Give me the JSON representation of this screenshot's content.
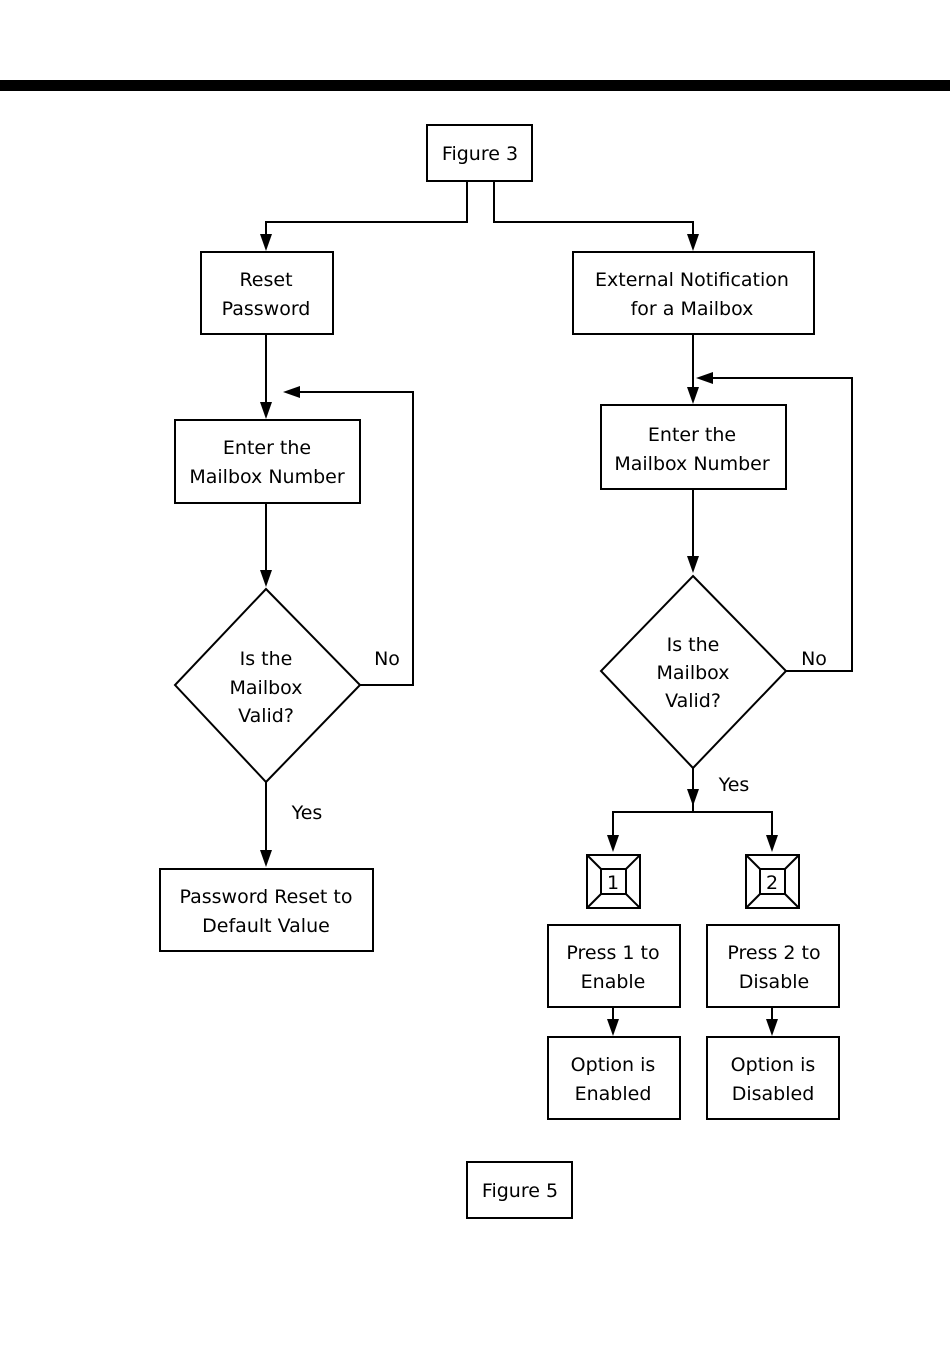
{
  "header": {
    "rule_color": "#000000"
  },
  "top_figure_label": "Figure 3",
  "bottom_figure_label": "Figure 5",
  "left_branch": {
    "start": [
      "Reset",
      "Password"
    ],
    "enter": [
      "Enter the",
      "Mailbox Number"
    ],
    "decision": [
      "Is the",
      "Mailbox",
      "Valid?"
    ],
    "no_label": "No",
    "yes_label": "Yes",
    "result": [
      "Password Reset to",
      "Default Value"
    ]
  },
  "right_branch": {
    "start": [
      "External  Notification",
      "for a  Mailbox"
    ],
    "enter": [
      "Enter the",
      "Mailbox Number"
    ],
    "decision": [
      "Is the",
      "Mailbox",
      "Valid?"
    ],
    "no_label": "No",
    "yes_label": "Yes",
    "key1": "1",
    "key2": "2",
    "press1": [
      "Press 1 to",
      "Enable"
    ],
    "press2": [
      "Press 2 to",
      "Disable"
    ],
    "enabled": [
      "Option  is",
      "Enabled"
    ],
    "disabled": [
      "Option  is",
      "Disabled"
    ]
  }
}
